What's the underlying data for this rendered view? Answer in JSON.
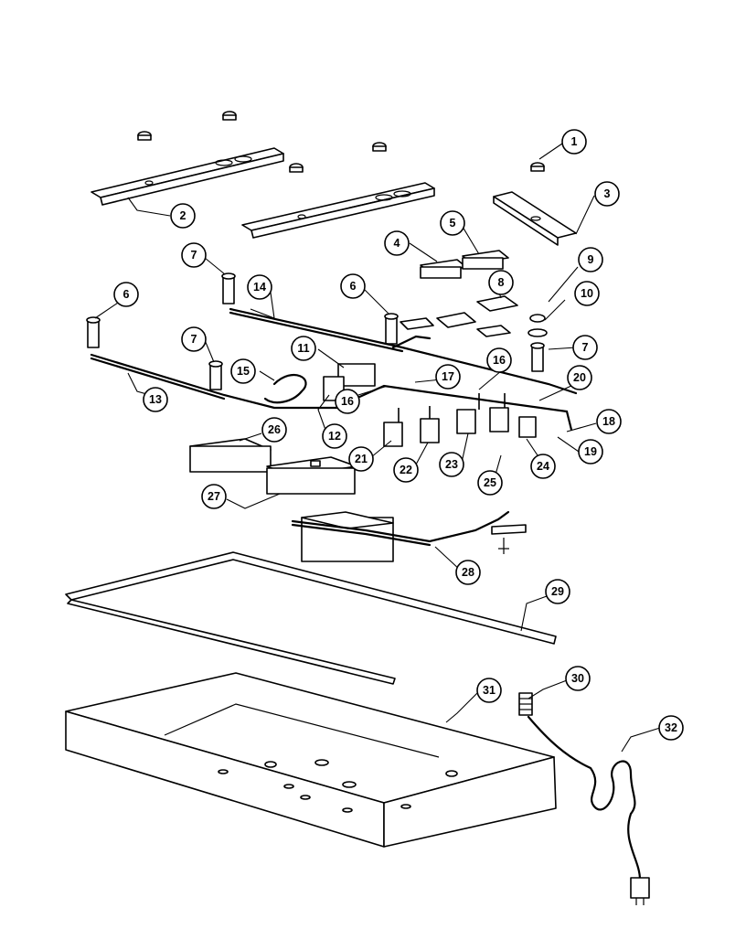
{
  "header": {
    "text": "",
    "page_mark": ""
  },
  "callouts": [
    {
      "label": "1"
    },
    {
      "label": "2"
    },
    {
      "label": "3"
    },
    {
      "label": "4"
    },
    {
      "label": "5"
    },
    {
      "label": "6"
    },
    {
      "label": "6"
    },
    {
      "label": "7"
    },
    {
      "label": "7"
    },
    {
      "label": "7"
    },
    {
      "label": "8"
    },
    {
      "label": "9"
    },
    {
      "label": "10"
    },
    {
      "label": "11"
    },
    {
      "label": "12"
    },
    {
      "label": "13"
    },
    {
      "label": "14"
    },
    {
      "label": "15"
    },
    {
      "label": "16"
    },
    {
      "label": "16"
    },
    {
      "label": "17"
    },
    {
      "label": "18"
    },
    {
      "label": "19"
    },
    {
      "label": "20"
    },
    {
      "label": "21"
    },
    {
      "label": "22"
    },
    {
      "label": "23"
    },
    {
      "label": "24"
    },
    {
      "label": "25"
    },
    {
      "label": "26"
    },
    {
      "label": "27"
    },
    {
      "label": "28"
    },
    {
      "label": "29"
    },
    {
      "label": "30"
    },
    {
      "label": "31"
    },
    {
      "label": "32"
    }
  ]
}
